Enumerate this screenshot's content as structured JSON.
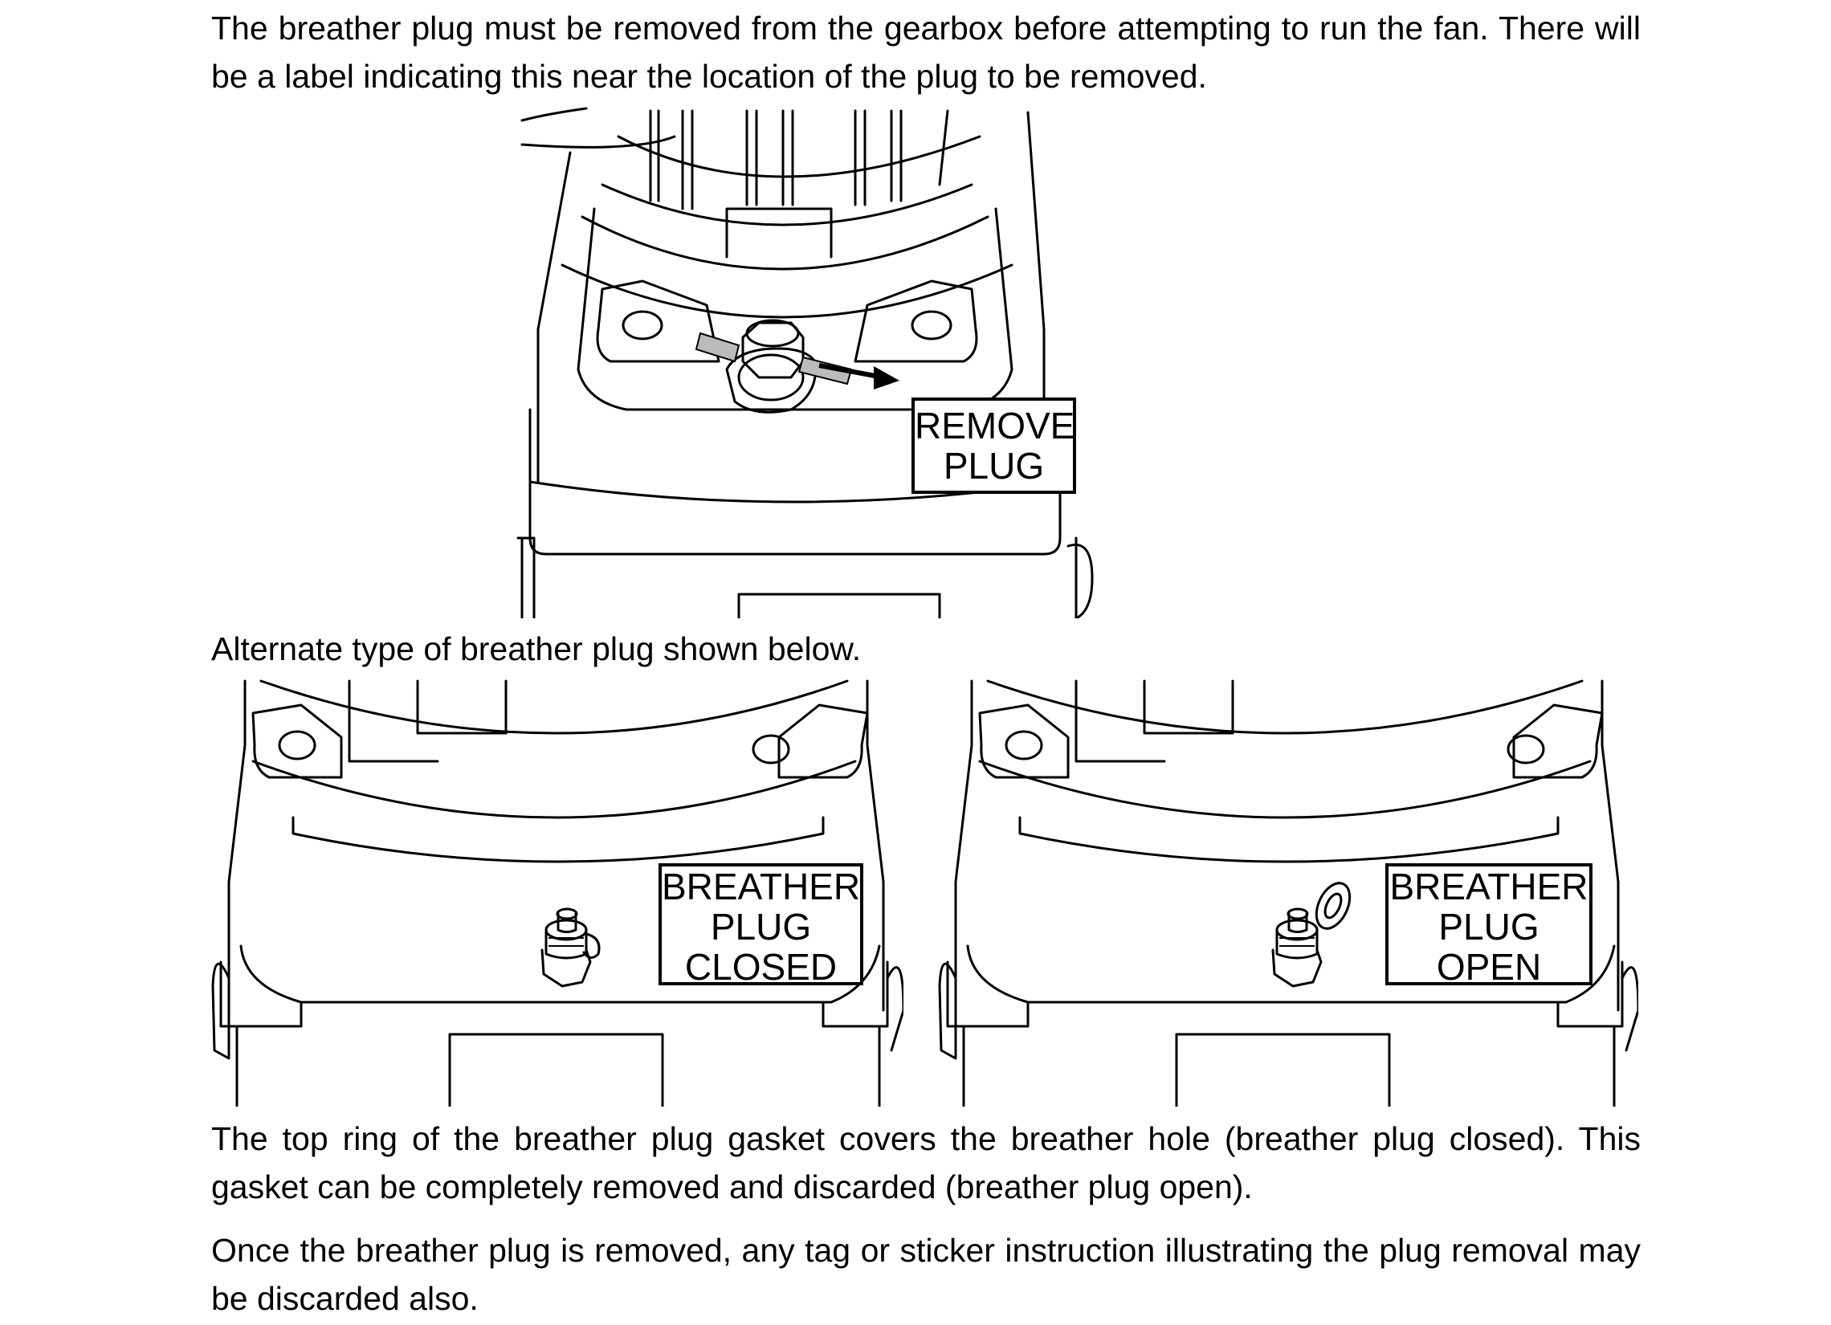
{
  "paragraphs": {
    "intro": "The breather plug must be removed from the gearbox before attempting to run the fan.  There will be a label indicating this near the location of the plug to be removed.",
    "alternate": "Alternate type of breather plug shown below.",
    "gasket": "The top ring of the breather plug gasket covers the breather hole (breather plug closed). This gasket can be completely removed and discarded (breather plug open).",
    "discard": "Once the breather plug is removed, any tag or sticker instruction illustrating the plug removal may be discarded also."
  },
  "labels": {
    "remove": [
      "REMOVE",
      "PLUG"
    ],
    "closed": [
      "BREATHER",
      "PLUG",
      "CLOSED"
    ],
    "open": [
      "BREATHER",
      "PLUG",
      "OPEN"
    ]
  }
}
